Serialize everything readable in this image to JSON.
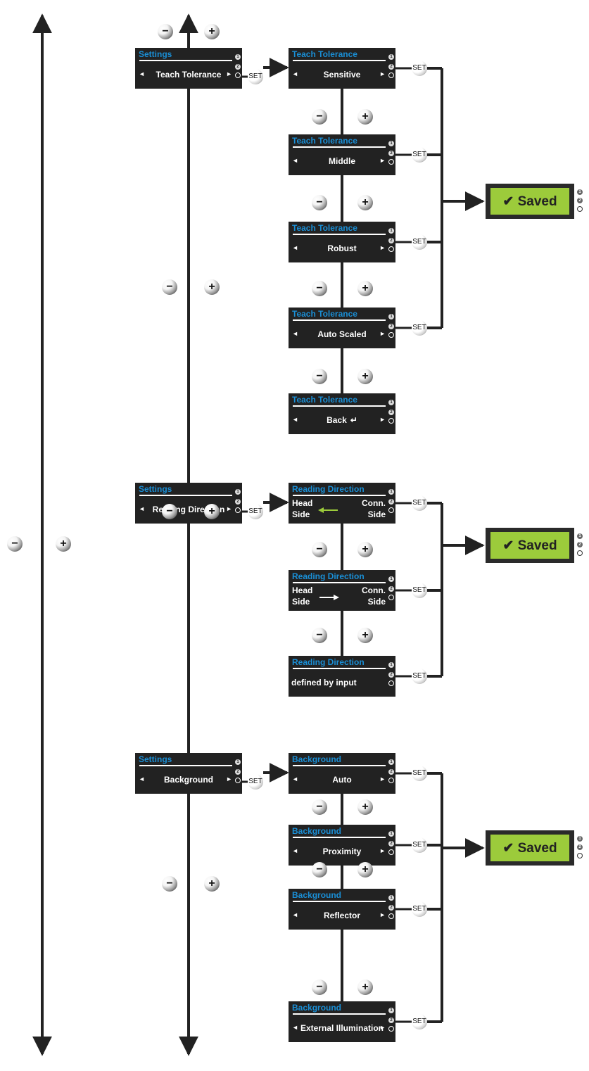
{
  "colors": {
    "screen": "#222222",
    "title": "#1a8fd6",
    "saved_lcd": "#9ccb3b",
    "direction_arrow_green": "#9ccb3b",
    "line": "#222222"
  },
  "icons": {
    "minus": "minus-button-icon",
    "plus": "plus-button-icon",
    "set": "set-button-icon",
    "back": "return-icon",
    "check": "checkmark-icon",
    "left": "left-arrow-icon",
    "right": "right-arrow-icon"
  },
  "symbols": {
    "minus": "−",
    "plus": "+",
    "set": "SET",
    "left": "◄",
    "right": "►",
    "back": "↵",
    "ind1": "1",
    "ind2": "2"
  },
  "settings_title": "Settings",
  "sections": [
    {
      "setting_label": "Teach Tolerance",
      "saved_label": "✔ Saved",
      "options": [
        {
          "title": "Teach Tolerance",
          "value": "Sensitive"
        },
        {
          "title": "Teach Tolerance",
          "value": "Middle"
        },
        {
          "title": "Teach Tolerance",
          "value": "Robust"
        },
        {
          "title": "Teach Tolerance",
          "value": "Auto Scaled"
        },
        {
          "title": "Teach Tolerance",
          "value": "Back"
        }
      ]
    },
    {
      "setting_label": "Reading Direction",
      "saved_label": "✔ Saved",
      "options": [
        {
          "title": "Reading Direction",
          "left_text": "Head Side",
          "right_text": "Conn. Side",
          "arrow": "left"
        },
        {
          "title": "Reading Direction",
          "left_text": "Head Side",
          "right_text": "Conn. Side",
          "arrow": "right"
        },
        {
          "title": "Reading Direction",
          "value": "defined by input"
        }
      ]
    },
    {
      "setting_label": "Background",
      "saved_label": "✔ Saved",
      "options": [
        {
          "title": "Background",
          "value": "Auto"
        },
        {
          "title": "Background",
          "value": "Proximity"
        },
        {
          "title": "Background",
          "value": "Reflector"
        },
        {
          "title": "Background",
          "value": "External Illumination"
        }
      ]
    }
  ]
}
